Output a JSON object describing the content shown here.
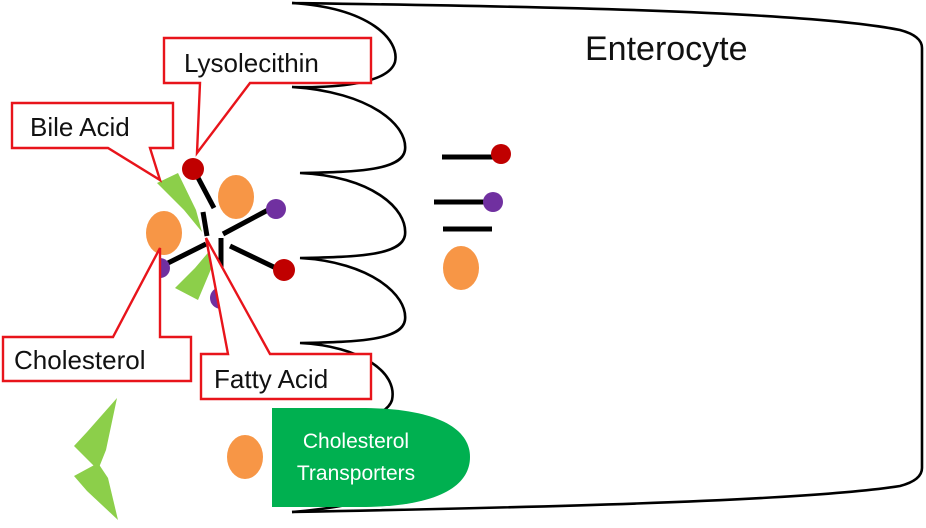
{
  "diagram": {
    "title": "Enterocyte",
    "labels": {
      "lysolecithin": "Lysolecithin",
      "bile_acid": "Bile Acid",
      "cholesterol": "Cholesterol",
      "fatty_acid": "Fatty Acid"
    },
    "transporter": {
      "line1": "Cholesterol",
      "line2": "Transporters"
    },
    "legend_molecules": [
      {
        "name": "lysolecithin",
        "head_color": "#c00000"
      },
      {
        "name": "fatty-acid",
        "head_color": "#7030a0"
      },
      {
        "name": "lipid-tail",
        "head_color": null
      },
      {
        "name": "cholesterol",
        "color": "#f79646"
      }
    ],
    "colors": {
      "lysolecithin_head": "#c00000",
      "fatty_acid_head": "#7030a0",
      "cholesterol": "#f79646",
      "bile_acid": "#8ccf4a",
      "transporter": "#00b050",
      "callout_border": "#e8141b",
      "membrane": "#000000"
    }
  }
}
